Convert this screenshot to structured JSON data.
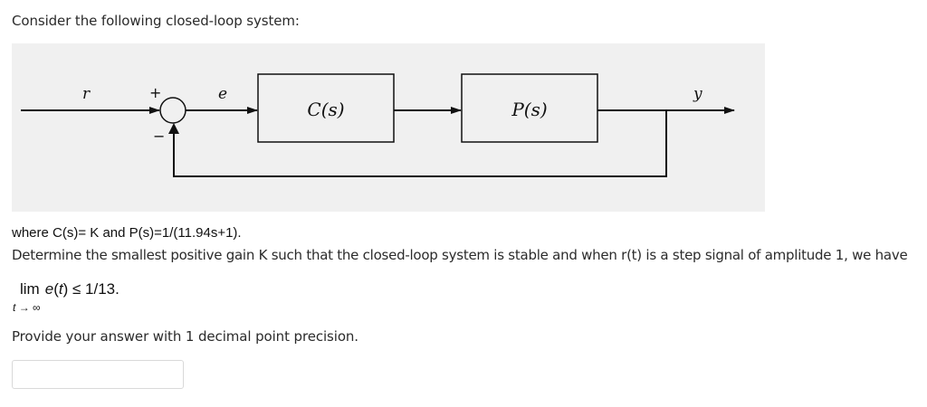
{
  "question": {
    "intro": "Consider the following closed-loop system:",
    "definition": "where C(s)= K and P(s)=1/(11.94s+1).",
    "task": "Determine the smallest positive gain K such that the closed-loop system is stable and when r(t) is a step signal of amplitude 1, we have",
    "limit": {
      "lim": "lim",
      "function": "e",
      "paren_open": "(",
      "variable": "t",
      "paren_close": ")",
      "relation": "≤ 1/13.",
      "subscript_var": "t",
      "subscript_rest": "→ ∞"
    },
    "instruction": "Provide your answer with 1 decimal point precision."
  },
  "diagram": {
    "input_label": "r",
    "error_label": "e",
    "output_label": "y",
    "plus_sign": "+",
    "minus_sign": "−",
    "controller_label": "C(s)",
    "plant_label": "P(s)"
  },
  "answer": {
    "value": "",
    "placeholder": ""
  }
}
